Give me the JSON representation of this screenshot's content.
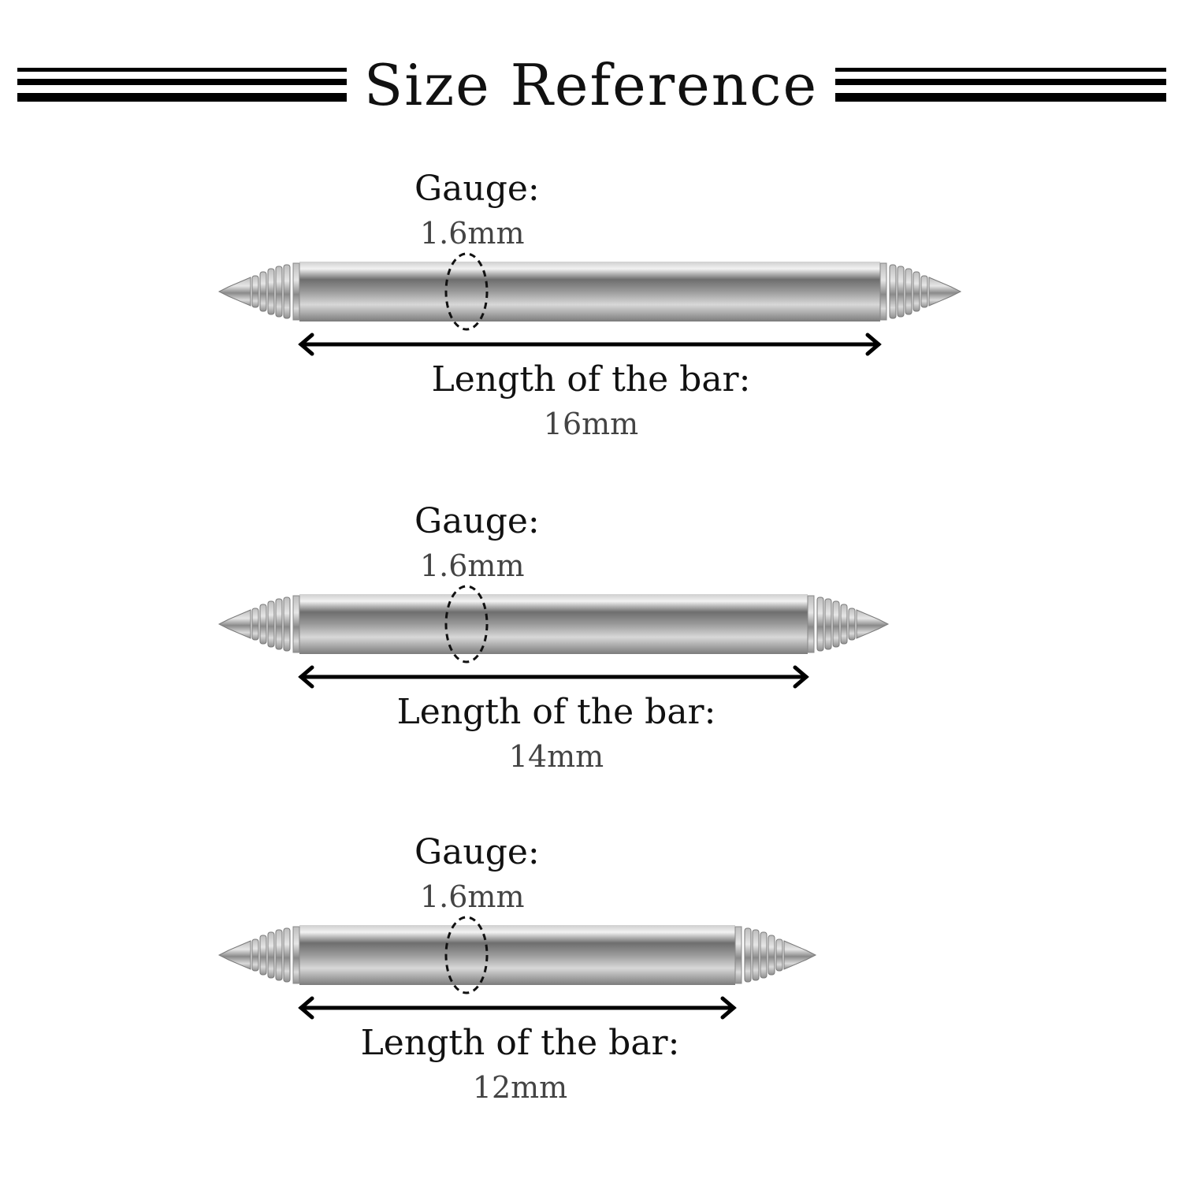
{
  "title": "Size Reference",
  "items": [
    {
      "gauge_label": "Gauge:",
      "gauge_value": "1.6mm",
      "length_label": "Length of the bar:",
      "length_value": "16mm",
      "length_mm": 16
    },
    {
      "gauge_label": "Gauge:",
      "gauge_value": "1.6mm",
      "length_label": "Length of the bar:",
      "length_value": "14mm",
      "length_mm": 14
    },
    {
      "gauge_label": "Gauge:",
      "gauge_value": "1.6mm",
      "length_label": "Length of the bar:",
      "length_value": "12mm",
      "length_mm": 12
    }
  ],
  "colors": {
    "text": "#111111",
    "value_text": "#444444",
    "steel_dark": "#6e6e6e",
    "steel_light": "#e6e6e6"
  }
}
